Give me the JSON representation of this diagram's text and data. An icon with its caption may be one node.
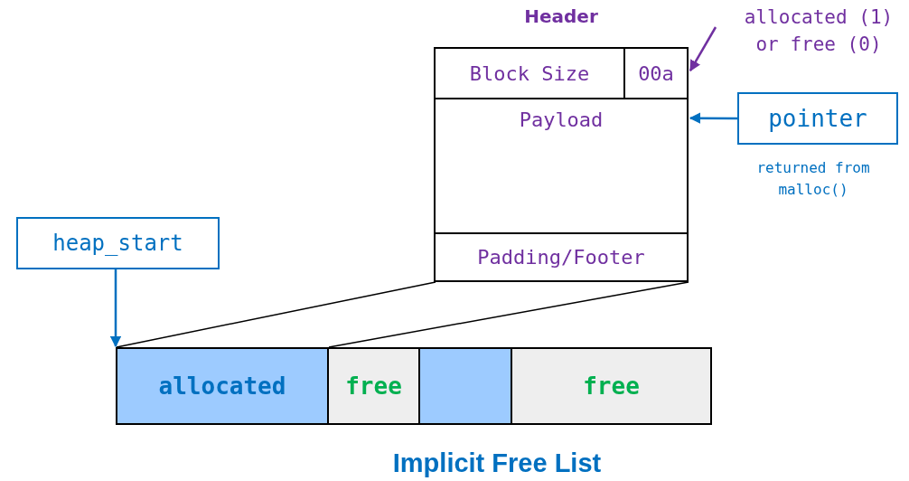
{
  "diagram": {
    "title": "Implicit Free List",
    "nodes": [
      {
        "text": [
          "Header"
        ]
      },
      {
        "text": [
          "Block Size"
        ],
        "in": 0
      },
      {
        "text": [
          "00a"
        ],
        "in": 0
      },
      {
        "text": [
          "Payload"
        ],
        "in": 0
      },
      {
        "text": [
          "Padding/Footer"
        ],
        "in": 0
      },
      {
        "text": [
          "allocated (1) or free (0)"
        ]
      },
      {
        "text": [
          "pointer"
        ],
        "beside": [
          "returned from malloc()"
        ]
      },
      {
        "text": [
          "heap_start"
        ]
      },
      {
        "text": [
          "allocated"
        ]
      },
      {
        "text": [
          "free"
        ]
      },
      {
        "text": [],
        "shape": "box"
      },
      {
        "text": [
          "free"
        ]
      }
    ],
    "edges": [
      {
        "from": 5,
        "to": 2,
        "arrow": "to",
        "color": "#7030a0"
      },
      {
        "from": 6,
        "to": 3,
        "arrow": "to",
        "color": "#0070c0"
      },
      {
        "from": 7,
        "to": 8,
        "arrow": "to",
        "color": "#0070c0"
      },
      {
        "from": 0,
        "to": 8,
        "arrow": "none",
        "color": "#000000"
      },
      {
        "from": 0,
        "to": 8,
        "arrow": "none",
        "color": "#000000"
      }
    ]
  }
}
